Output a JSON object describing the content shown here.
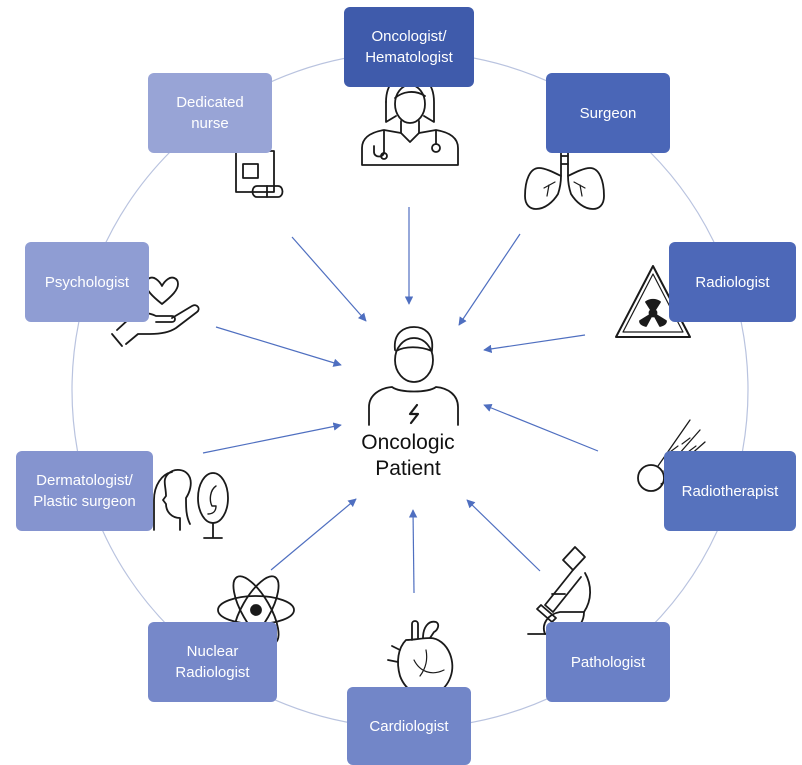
{
  "center": {
    "label": "Oncologic\nPatient",
    "icon": "patient-icon"
  },
  "colors": {
    "ring": "#b9c3df",
    "arrow": "#4f6fc0",
    "icon_stroke": "#1a1a1a",
    "dark": "#3f5bab",
    "mid": "#5872bd",
    "light": "#7f8fcc",
    "pale": "#98a4d6"
  },
  "specialists": [
    {
      "key": "oncologist",
      "label": "Oncologist/\nHematologist",
      "icon": "doctor-icon"
    },
    {
      "key": "surgeon",
      "label": "Surgeon",
      "icon": "lungs-icon"
    },
    {
      "key": "radiologist",
      "label": "Radiologist",
      "icon": "radiation-icon"
    },
    {
      "key": "radiotherapist",
      "label": "Radiotherapist",
      "icon": "comet-beam-icon"
    },
    {
      "key": "pathologist",
      "label": "Pathologist",
      "icon": "microscope-icon"
    },
    {
      "key": "cardiologist",
      "label": "Cardiologist",
      "icon": "heart-organ-icon"
    },
    {
      "key": "nuclear-radiologist",
      "label": "Nuclear\nRadiologist",
      "icon": "atom-icon"
    },
    {
      "key": "dermatologist",
      "label": "Dermatologist/\nPlastic surgeon",
      "icon": "face-mirror-icon"
    },
    {
      "key": "psychologist",
      "label": "Psychologist",
      "icon": "hand-heart-icon"
    },
    {
      "key": "nurse",
      "label": "Dedicated\nnurse",
      "icon": "medicine-icon"
    }
  ]
}
